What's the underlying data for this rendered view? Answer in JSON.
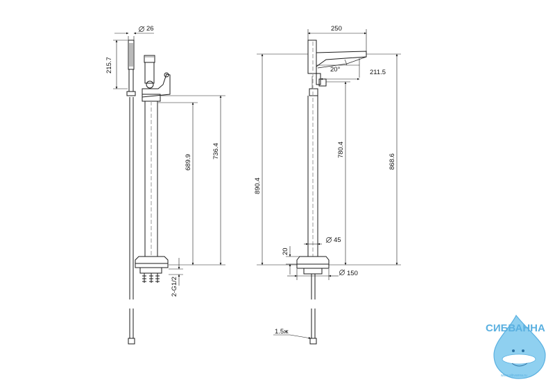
{
  "left_view": {
    "dims": {
      "d26": "26",
      "h215": "215.7",
      "h689": "689.9",
      "h736": "736.4",
      "thread": "2-G1/2"
    }
  },
  "right_view": {
    "dims": {
      "w250": "250",
      "angle": "20°",
      "w211": "211.5",
      "h780": "780.4",
      "h868": "868.6",
      "h890": "890.4",
      "d45": "45",
      "h20": "20",
      "d150": "150",
      "hose": "1.5ж"
    }
  },
  "logo": {
    "name": "СИБВАННА",
    "url": "www.sibvanna.ru"
  },
  "colors": {
    "line": "#1a1a1a",
    "centerline": "#9a9a9a",
    "logo_blue": "#5ab0e0"
  }
}
